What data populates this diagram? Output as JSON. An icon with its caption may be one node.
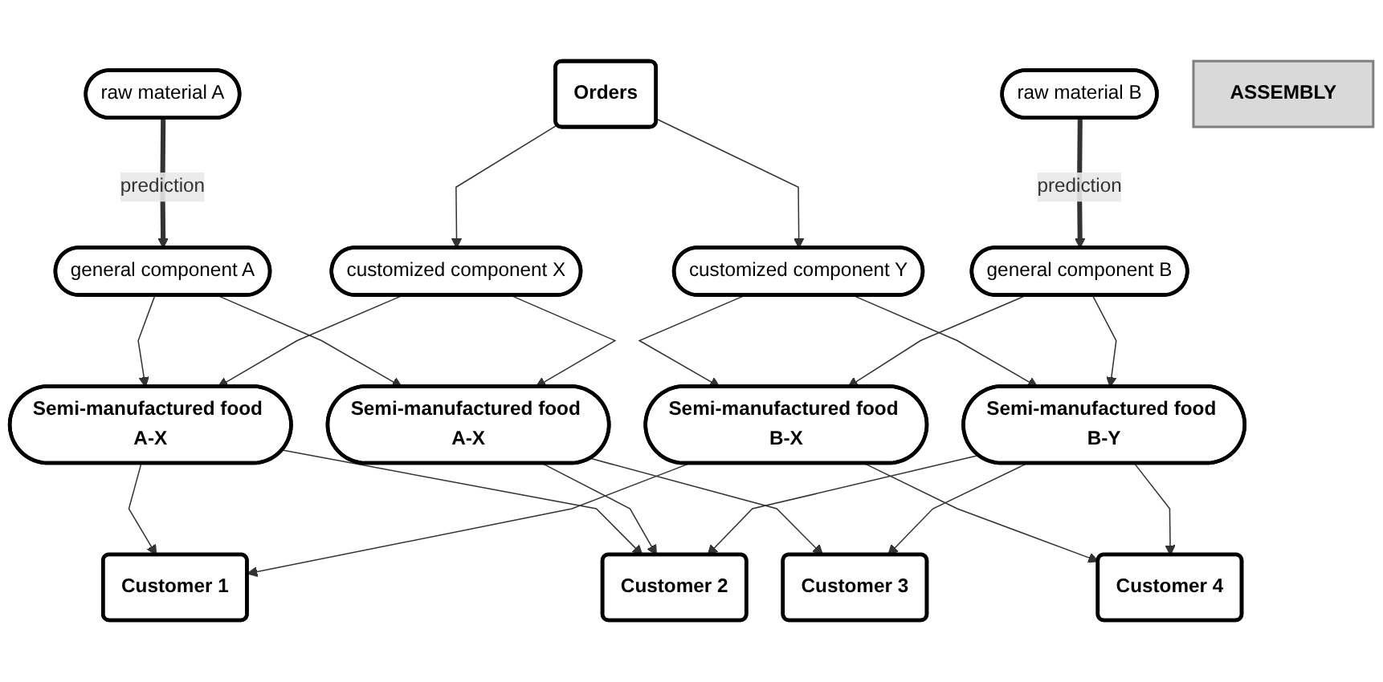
{
  "diagram": {
    "nodes": [
      {
        "text": [
          "raw material A"
        ]
      },
      {
        "text": [
          "Orders"
        ]
      },
      {
        "text": [
          "raw material B"
        ]
      },
      {
        "text": [
          "general component A"
        ]
      },
      {
        "text": [
          "customized component X"
        ]
      },
      {
        "text": [
          "customized component Y"
        ]
      },
      {
        "text": [
          "general component B"
        ]
      },
      {
        "text": [
          "Semi-manufactured food A-X"
        ]
      },
      {
        "text": [
          "Semi-manufactured food A-X"
        ]
      },
      {
        "text": [
          "Semi-manufactured food B-X"
        ]
      },
      {
        "text": [
          "Semi-manufactured food B-Y"
        ]
      },
      {
        "text": [
          "ASSEMBLY"
        ]
      },
      {
        "text": [
          "Customer 1"
        ]
      },
      {
        "text": [
          "Customer 2"
        ]
      },
      {
        "text": [
          "Customer 3"
        ]
      },
      {
        "text": [
          "Customer 4"
        ]
      }
    ],
    "edges": [
      {
        "from": 0,
        "to": 3,
        "arrow": "to",
        "label": "prediction",
        "style": "thick"
      },
      {
        "from": 1,
        "to": 4,
        "arrow": "to"
      },
      {
        "from": 1,
        "to": 5,
        "arrow": "to"
      },
      {
        "from": 2,
        "to": 6,
        "arrow": "to",
        "label": "prediction",
        "style": "thick"
      },
      {
        "from": 3,
        "to": 7,
        "arrow": "to"
      },
      {
        "from": 3,
        "to": 8,
        "arrow": "to"
      },
      {
        "from": 4,
        "to": 7,
        "arrow": "to"
      },
      {
        "from": 4,
        "to": 8,
        "arrow": "to"
      },
      {
        "from": 5,
        "to": 9,
        "arrow": "to"
      },
      {
        "from": 5,
        "to": 10,
        "arrow": "to"
      },
      {
        "from": 6,
        "to": 9,
        "arrow": "to"
      },
      {
        "from": 6,
        "to": 10,
        "arrow": "to"
      },
      {
        "from": 7,
        "to": 12,
        "arrow": "to"
      },
      {
        "from": 7,
        "to": 13,
        "arrow": "to"
      },
      {
        "from": 8,
        "to": 13,
        "arrow": "to"
      },
      {
        "from": 8,
        "to": 14,
        "arrow": "to"
      },
      {
        "from": 9,
        "to": 12,
        "arrow": "to"
      },
      {
        "from": 9,
        "to": 15,
        "arrow": "to"
      },
      {
        "from": 10,
        "to": 13,
        "arrow": "to"
      },
      {
        "from": 10,
        "to": 14,
        "arrow": "to"
      },
      {
        "from": 10,
        "to": 15,
        "arrow": "to"
      }
    ]
  }
}
